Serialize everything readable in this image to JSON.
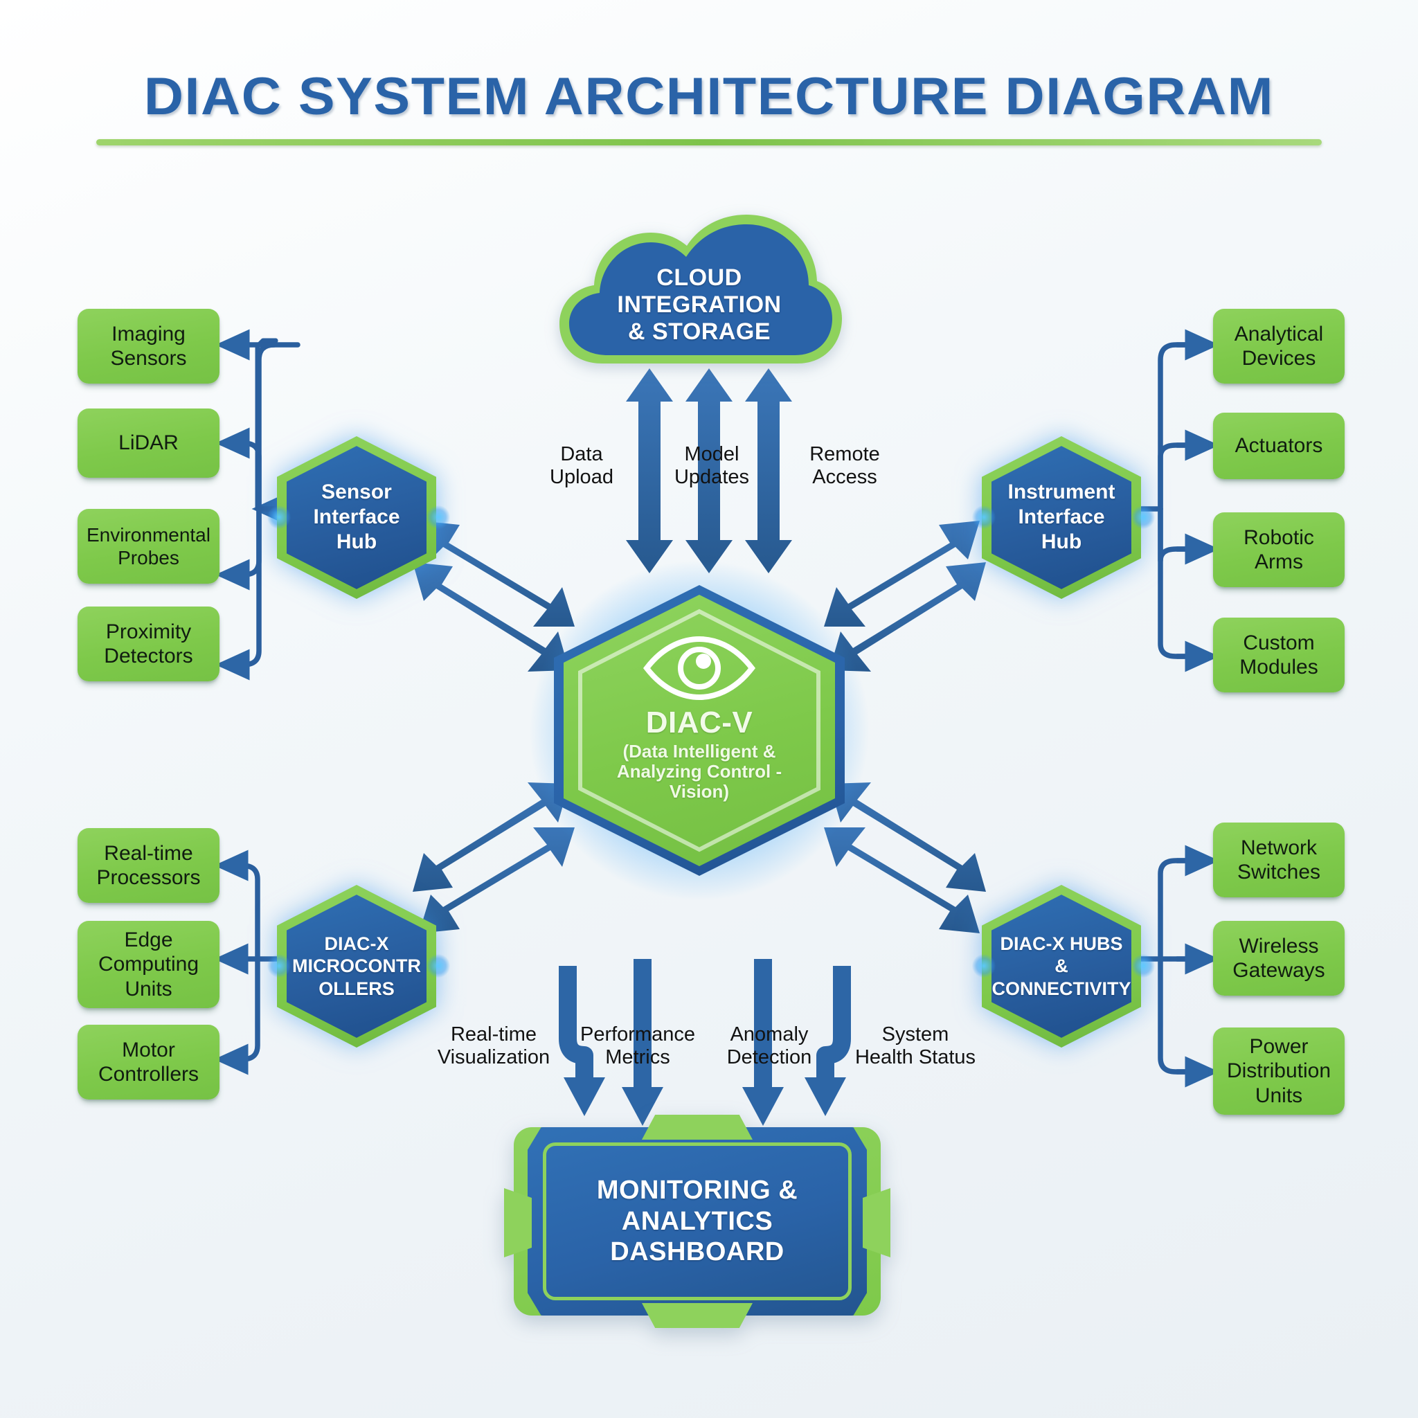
{
  "header": {
    "title": "DIAC SYSTEM ARCHITECTURE DIAGRAM",
    "accent_color": "#2a63a8",
    "underline_color": "#7ec94a"
  },
  "cloud": {
    "label": "CLOUD\nINTEGRATION\n& STORAGE",
    "icon": "cloud-icon"
  },
  "core": {
    "icon": "eye-icon",
    "title": "DIAC-V",
    "subtitle": "(Data Intelligent &\nAnalyzing Control -\nVision)"
  },
  "dashboard": {
    "label": "MONITORING &\nANALYTICS\nDASHBOARD"
  },
  "hubs": {
    "sensor": {
      "label": "Sensor\nInterface\nHub"
    },
    "instrument": {
      "label": "Instrument\nInterface\nHub"
    },
    "microcontrollers": {
      "label": "DIAC-X\nMICROCONTR\nOLLERS"
    },
    "connectivity": {
      "label": "DIAC-X\nHUBS &\nCONNECTIVITY"
    }
  },
  "sensor_leaves": [
    {
      "label": "Imaging\nSensors"
    },
    {
      "label": "LiDAR"
    },
    {
      "label": "Environmental\nProbes"
    },
    {
      "label": "Proximity\nDetectors"
    }
  ],
  "instrument_leaves": [
    {
      "label": "Analytical\nDevices"
    },
    {
      "label": "Actuators"
    },
    {
      "label": "Robotic\nArms"
    },
    {
      "label": "Custom\nModules"
    }
  ],
  "micro_leaves": [
    {
      "label": "Real-time\nProcessors"
    },
    {
      "label": "Edge\nComputing\nUnits"
    },
    {
      "label": "Motor\nControllers"
    }
  ],
  "connectivity_leaves": [
    {
      "label": "Network\nSwitches"
    },
    {
      "label": "Wireless\nGateways"
    },
    {
      "label": "Power\nDistribution\nUnits"
    }
  ],
  "cloud_flows": [
    {
      "label": "Data\nUpload"
    },
    {
      "label": "Model\nUpdates"
    },
    {
      "label": "Remote\nAccess"
    }
  ],
  "dashboard_flows": [
    {
      "label": "Real-time\nVisualization"
    },
    {
      "label": "Performance\nMetrics"
    },
    {
      "label": "Anomaly\nDetection"
    },
    {
      "label": "System\nHealth Status"
    }
  ],
  "colors": {
    "green": "#7ec94a",
    "blue": "#2a63a8",
    "arrow_blue": "#2d66a6",
    "background": "#eef3f7"
  }
}
